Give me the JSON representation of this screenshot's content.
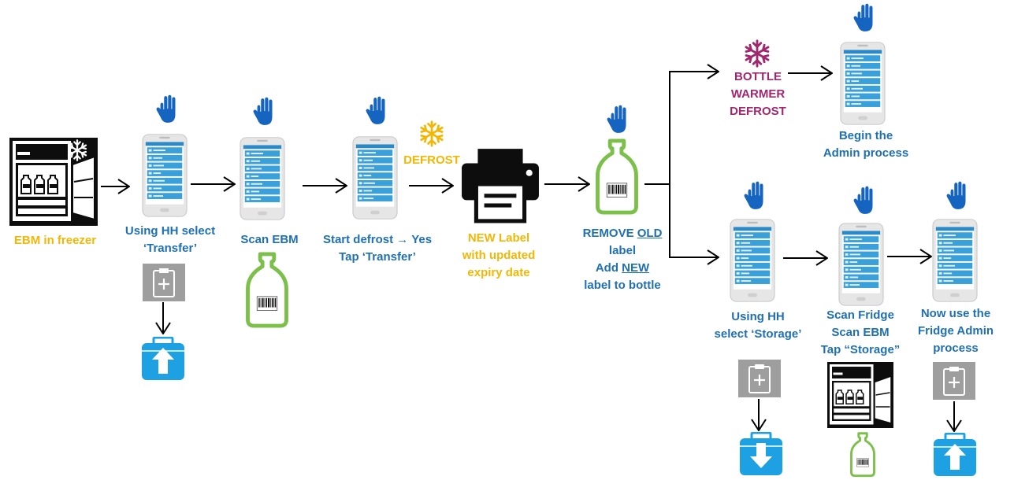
{
  "steps": {
    "freezer": {
      "label": "EBM in freezer"
    },
    "transfer": {
      "line1": "Using HH select",
      "line2": "‘Transfer’"
    },
    "scan": {
      "label": "Scan EBM"
    },
    "defrost_start": {
      "line1": "Start defrost → Yes",
      "line2": "Tap ‘Transfer’"
    },
    "defrost_tag": {
      "label": "DEFROST"
    },
    "new_label": {
      "line1": "NEW Label",
      "line2": "with updated",
      "line3": "expiry date"
    },
    "relabel": {
      "l1a": "REMOVE ",
      "l1b": "OLD",
      "l2": "label",
      "l3a": "Add ",
      "l3b": "NEW",
      "l4": "label to bottle"
    },
    "warmer": {
      "line1": "BOTTLE",
      "line2": "WARMER",
      "line3": "DEFROST"
    },
    "admin": {
      "line1": "Begin the",
      "line2": "Admin process"
    },
    "storage": {
      "line1": "Using HH",
      "line2": "select ‘Storage’"
    },
    "fridge_scan": {
      "line1": "Scan Fridge",
      "line2": "Scan EBM",
      "line3": "Tap “Storage”"
    },
    "fridge_admin": {
      "line1": "Now use the",
      "line2": "Fridge Admin",
      "line3": "process"
    }
  },
  "colors": {
    "blue_text": "#1f6fb5",
    "yellow_text": "#f2b705",
    "purple_text": "#a0276e",
    "bottle_green": "#7cc04b",
    "hand_blue": "#1565c0",
    "box_blue": "#1ea1e3"
  }
}
